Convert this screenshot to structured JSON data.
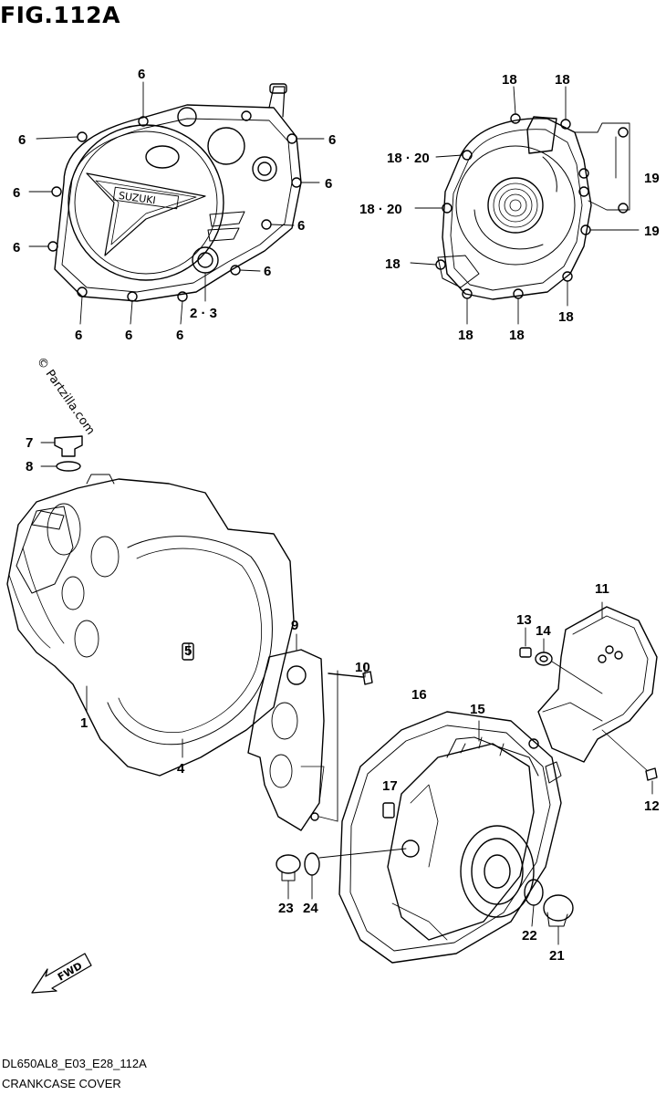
{
  "figure": {
    "title": "FIG.112A"
  },
  "footer": {
    "code": "DL650AL8_E03_E28_112A",
    "name": "CRANKCASE COVER"
  },
  "watermark": "© Partzilla.com",
  "fwd": "FWD",
  "brand": "SUZUKI",
  "colors": {
    "line": "#000000",
    "background": "#ffffff"
  },
  "labels": {
    "clutch_cover": [
      "6",
      "6",
      "6",
      "6",
      "6",
      "6",
      "6",
      "6",
      "6",
      "6",
      "6",
      "6",
      "2 · 3"
    ],
    "gen_cover": [
      "18",
      "18",
      "18 · 20",
      "18 · 20",
      "18",
      "18",
      "18",
      "18",
      "19",
      "19"
    ],
    "parts": [
      "7",
      "8",
      "1",
      "4",
      "5",
      "9",
      "10",
      "16",
      "15",
      "17",
      "11",
      "13",
      "14",
      "12",
      "23",
      "24",
      "22",
      "21"
    ]
  }
}
